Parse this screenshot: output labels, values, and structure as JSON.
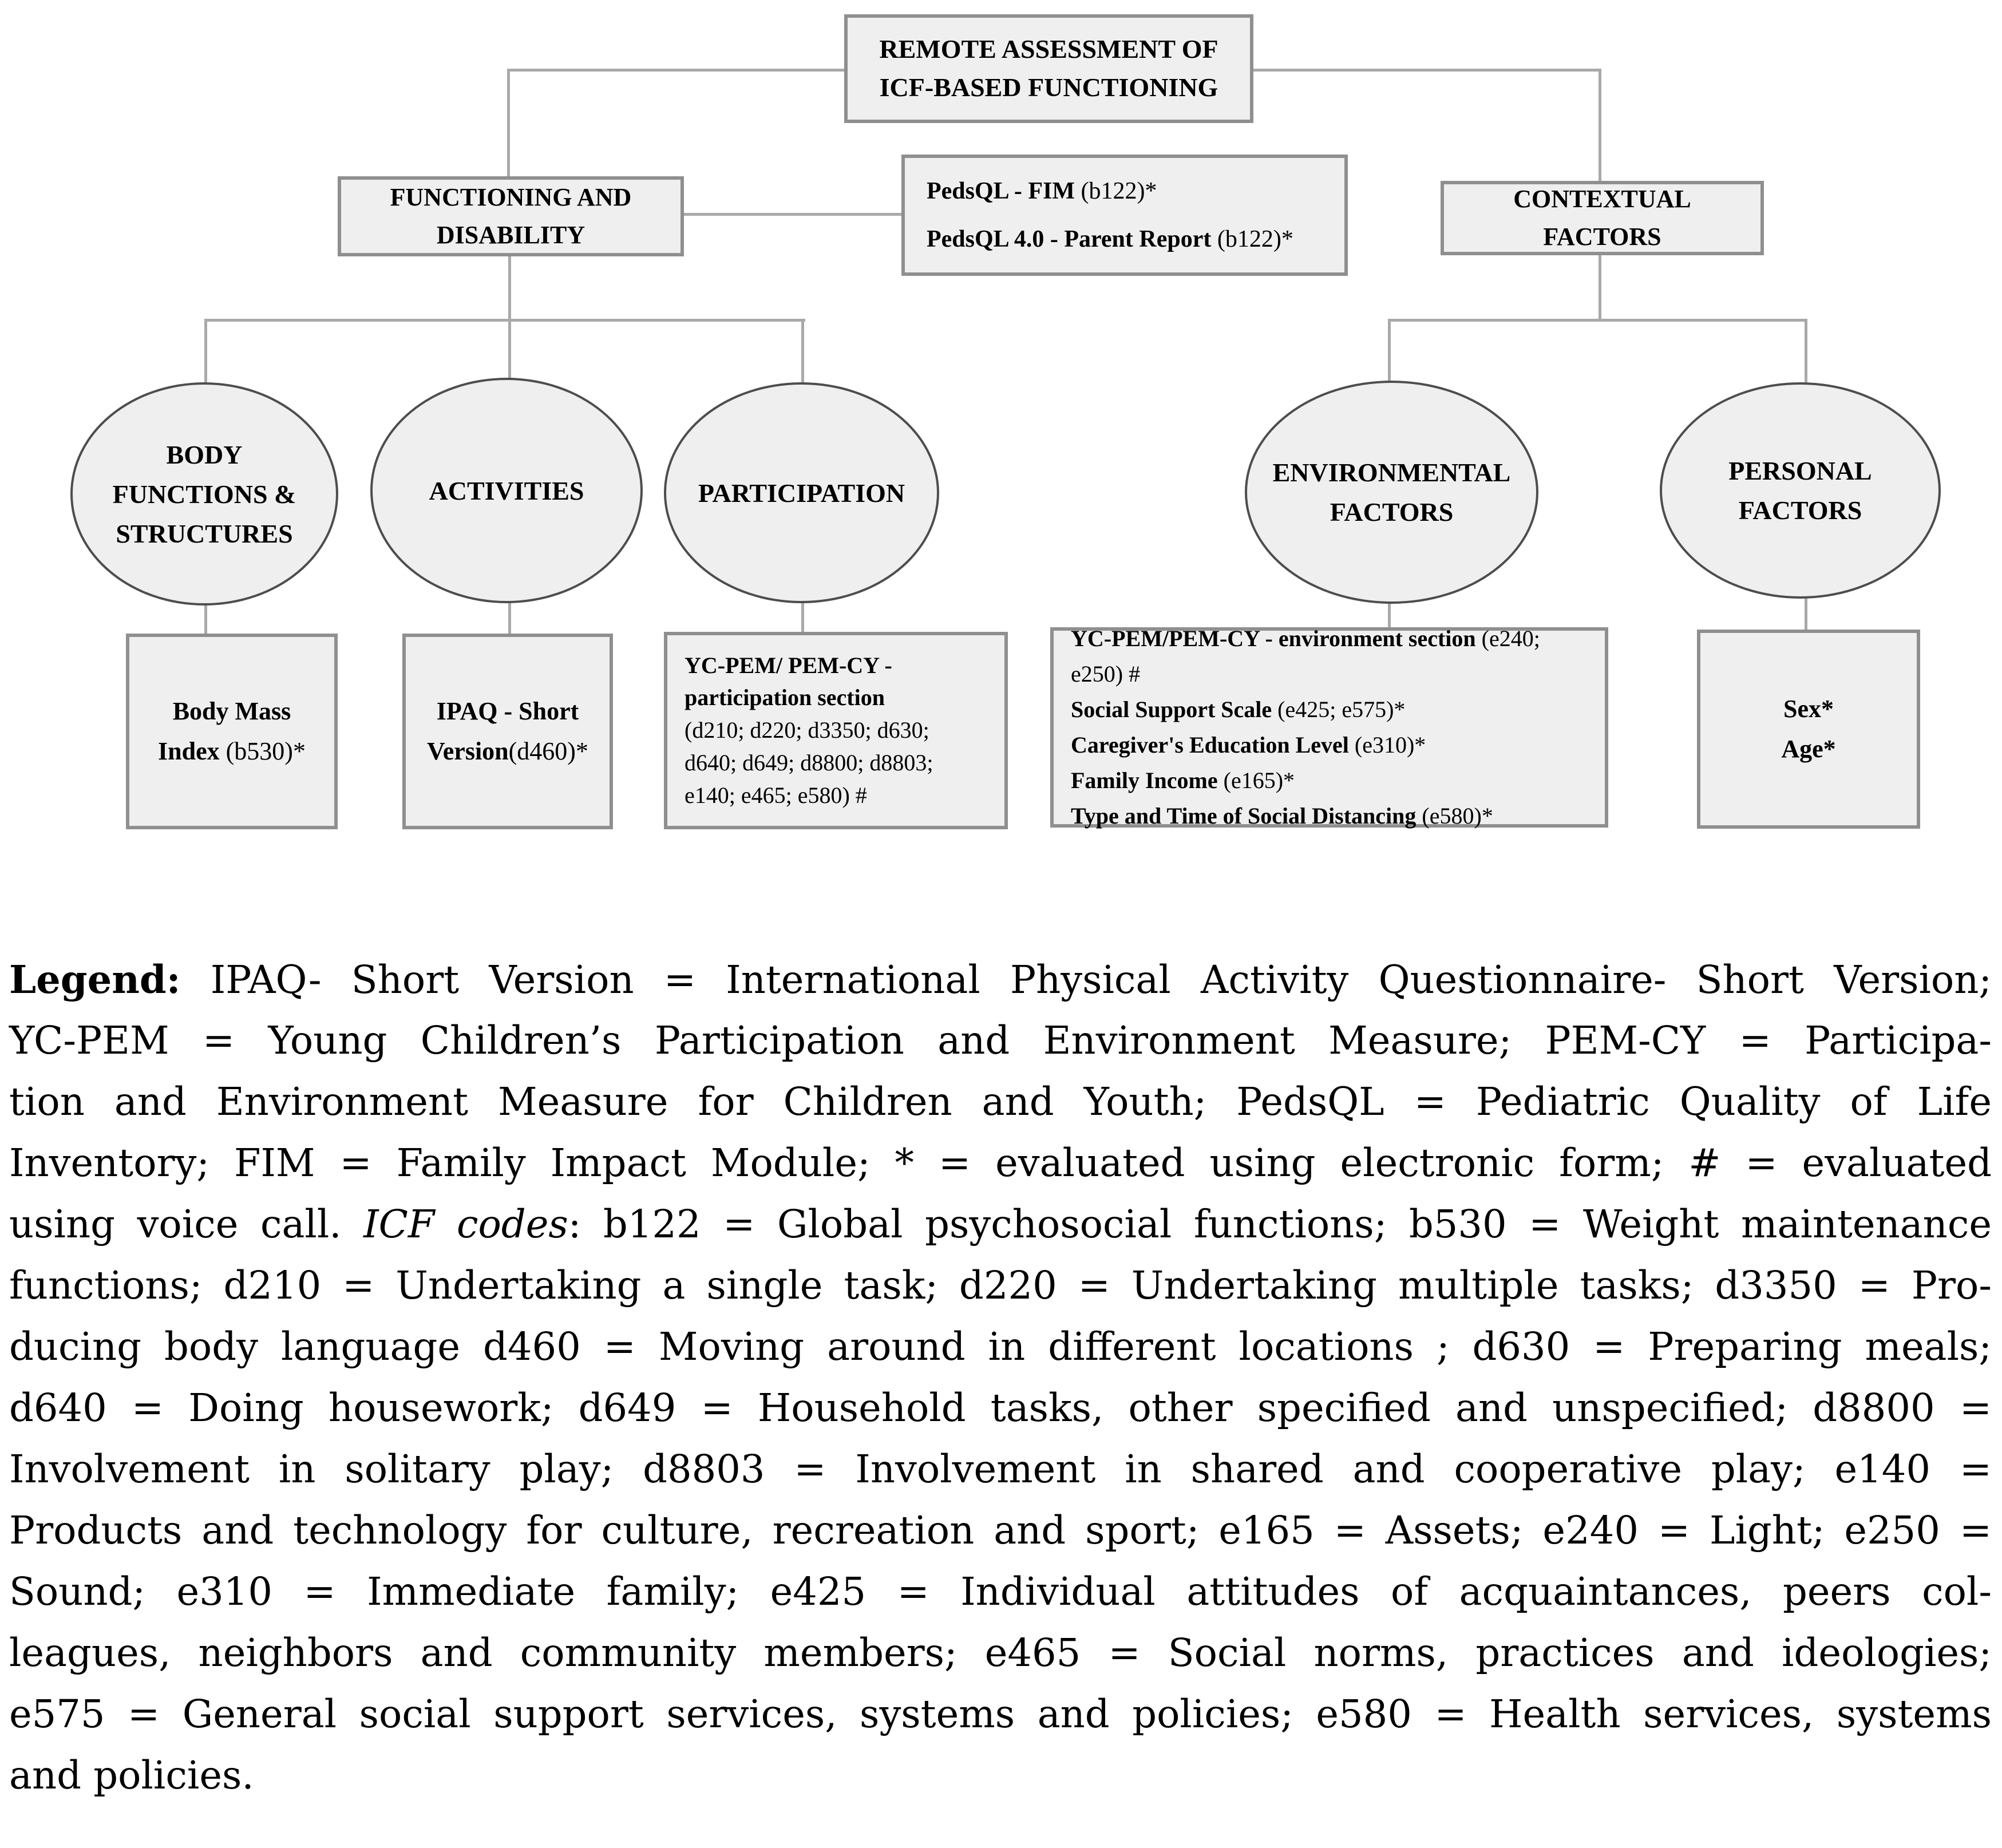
{
  "colors": {
    "box_fill": "#efefef",
    "box_border": "#8f8f8f",
    "ellipse_border": "#4d4d4d",
    "connector": "#a9a9a9",
    "text": "#000000"
  },
  "fig": {
    "root": {
      "lines": [
        "REMOTE ASSESSMENT OF",
        "ICF-BASED FUNCTIONING"
      ]
    },
    "functioning": {
      "lines": [
        "FUNCTIONING AND",
        "DISABILITY"
      ]
    },
    "contextual": {
      "lines": [
        "CONTEXTUAL",
        "FACTORS"
      ]
    },
    "pedsql": {
      "lines": [
        {
          "name": "PedsQL - FIM ",
          "code": "(b122)*"
        },
        {
          "name": "PedsQL 4.0 - Parent Report ",
          "code": "(b122)*"
        }
      ]
    },
    "ellipses": {
      "body": {
        "lines": [
          "BODY",
          "FUNCTIONS &",
          "STRUCTURES"
        ]
      },
      "activities": {
        "lines": [
          "ACTIVITIES"
        ]
      },
      "participation": {
        "lines": [
          "PARTICIPATION"
        ]
      },
      "environmental": {
        "lines": [
          "ENVIRONMENTAL",
          "FACTORS"
        ]
      },
      "personal": {
        "lines": [
          "PERSONAL",
          "FACTORS"
        ]
      }
    },
    "body_mass_box": {
      "lines": [
        {
          "name": "Body Mass",
          "code": ""
        },
        {
          "name": "Index ",
          "code": "(b530)*"
        }
      ]
    },
    "ipaq_box": {
      "lines": [
        {
          "name": "IPAQ - Short",
          "code": ""
        },
        {
          "name": "Version",
          "code": "(d460)*"
        }
      ]
    },
    "participation_box": {
      "title_lines": [
        "YC-PEM/ PEM-CY -",
        "participation section"
      ],
      "code_lines": [
        "(d210; d220; d3350; d630;",
        "d640; d649; d8800; d8803;",
        "e140; e465; e580) #"
      ]
    },
    "environment_box": {
      "lines": [
        {
          "name": "YC-PEM/PEM-CY - environment section ",
          "code": "(e240;"
        },
        {
          "name": "",
          "code": "e250) #"
        },
        {
          "name": "Social Support Scale ",
          "code": "(e425; e575)*"
        },
        {
          "name": "Caregiver's Education Level ",
          "code": "(e310)*"
        },
        {
          "name": "Family Income ",
          "code": "(e165)*"
        },
        {
          "name": "Type and Time of Social Distancing ",
          "code": "(e580)*"
        }
      ]
    },
    "personal_box": {
      "lines": [
        "Sex*",
        "Age*"
      ]
    }
  },
  "legend": {
    "label": "Legend:",
    "line1_rest": " IPAQ- Short Version = International Physical Activity Questionnaire- Short Version;",
    "l5": {
      "pre": "using voice call. ",
      "icf": "ICF codes",
      "post": ": b122 = Global psychosocial functions; b530 = Weight maintenance"
    },
    "lines": {
      "l2": "YC-PEM = Young Children’s Participation and Environment Measure; PEM-CY = Participa-",
      "l3": "tion and Environment Measure for Children and Youth; PedsQL = Pediatric Quality of Life",
      "l4": "Inventory; FIM = Family Impact Module; * = evaluated using electronic form; # = evaluated",
      "l6": "functions; d210 = Undertaking a single task; d220 = Undertaking multiple tasks; d3350 = Pro-",
      "l7": "ducing body language d460 = Moving around in different locations ; d630 = Preparing meals;",
      "l8": "d640 = Doing housework; d649 = Household tasks, other specified and unspecified; d8800 =",
      "l9": "Involvement in solitary play; d8803 = Involvement in shared and cooperative play; e140 =",
      "l10": "Products and technology for culture, recreation and sport; e165 = Assets; e240 = Light; e250 =",
      "l11": "Sound; e310 = Immediate family; e425 = Individual attitudes of acquaintances, peers col-",
      "l12": "leagues, neighbors and community members; e465 = Social norms, practices and ideologies;",
      "l13": "e575 = General social support services, systems and policies; e580 = Health services, systems",
      "l14": "and policies."
    }
  }
}
